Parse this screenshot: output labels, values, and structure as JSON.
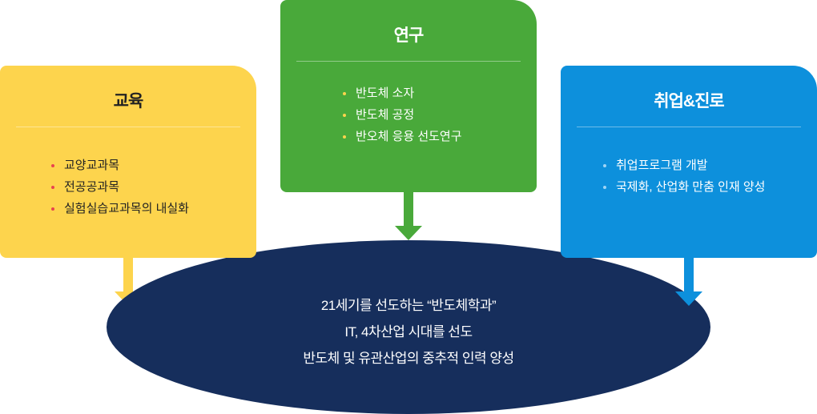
{
  "education": {
    "title": "교육",
    "items": [
      "교양교과목",
      "전공공과목",
      "실험실습교과목의 내실화"
    ]
  },
  "research": {
    "title": "연구",
    "items": [
      "반도체 소자",
      "반도체 공정",
      "반오체 응용 선도연구"
    ]
  },
  "career": {
    "title": "취업&진로",
    "items": [
      "취업프로그램 개발",
      "국제화, 산업화 만춤 인재 양성"
    ]
  },
  "center": {
    "lines": [
      "21세기를 선도하는 “반도체학과”",
      "IT, 4차산업 시대를 선도",
      "반도체 및 유관산업의 중추적 인력 양성"
    ]
  },
  "colors": {
    "education": "#fdd44d",
    "research": "#49a93a",
    "career": "#0d90dc",
    "center": "#162e5c"
  }
}
